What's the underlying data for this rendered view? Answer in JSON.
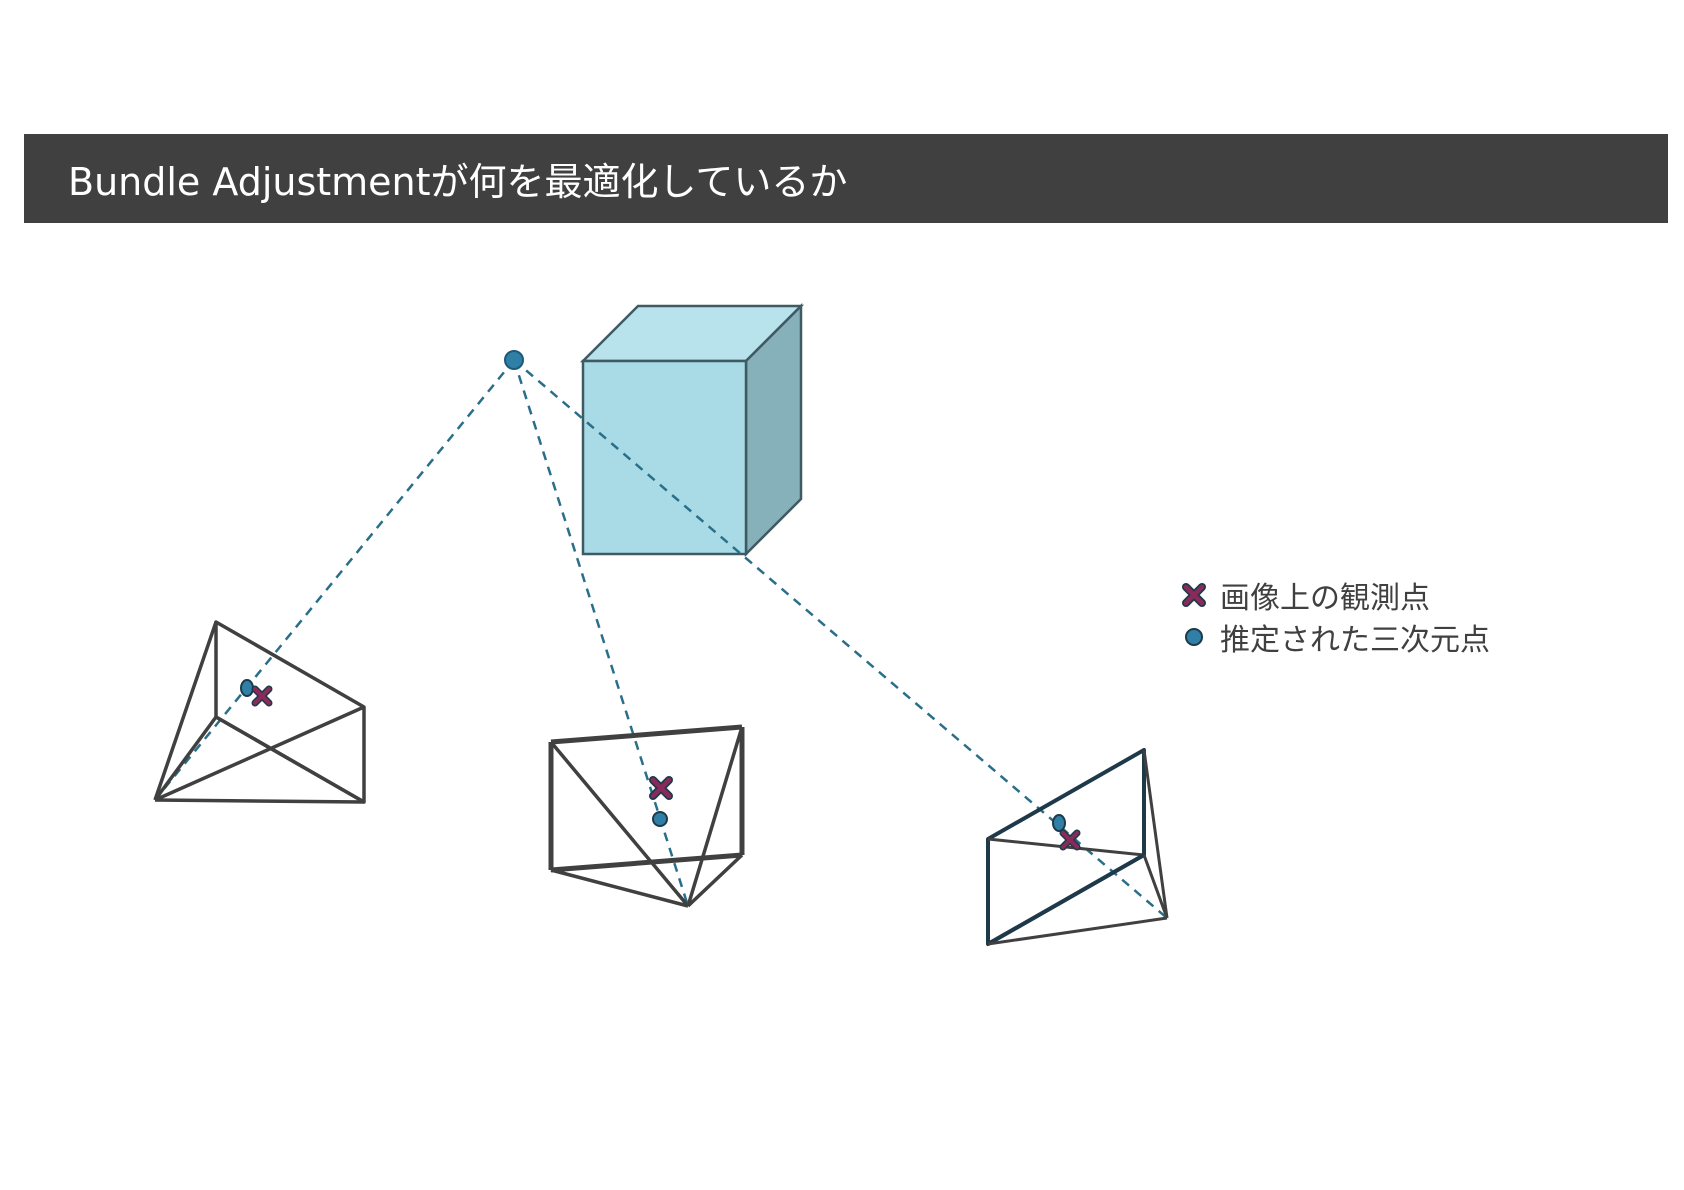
{
  "title": "Bundle Adjustmentが何を最適化しているか",
  "legend": {
    "observed_label": "画像上の観測点",
    "estimated_label": "推定された三次元点"
  },
  "colors": {
    "title_bar": "#404040",
    "cube_front": "#a8dbe6",
    "cube_top": "#b9e3ec",
    "cube_side": "#86b0ba",
    "ray": "#2a6f8a",
    "estimated_point": "#2f7fa6",
    "observed_point": "#8a2a5a",
    "camera_stroke": "#404040",
    "camera_stroke_dark": "#1e3a4a"
  }
}
